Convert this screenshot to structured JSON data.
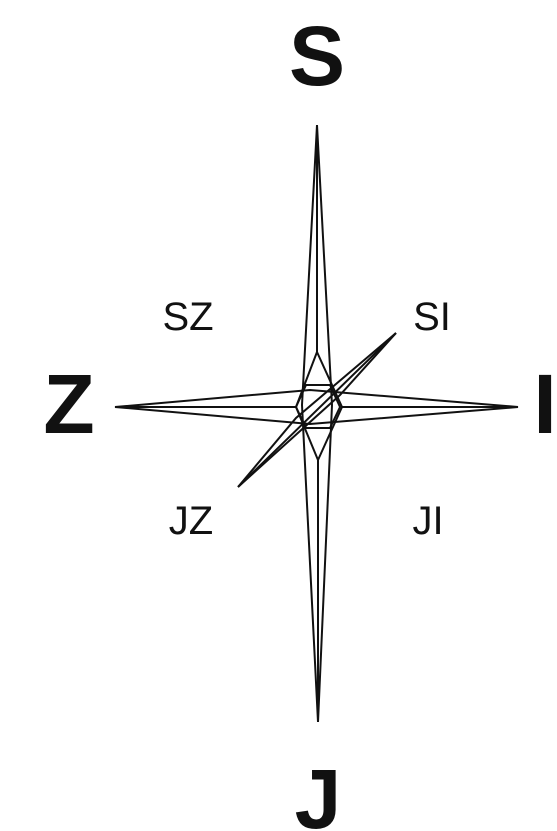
{
  "compass": {
    "cardinals": {
      "north": "S",
      "west": "Z",
      "east": "I",
      "south": "J"
    },
    "intercardinals": {
      "northwest": "SZ",
      "northeast": "SI",
      "southwest": "JZ",
      "southeast": "JI"
    },
    "stroke_color": "#111111",
    "background_color": "#ffffff"
  }
}
